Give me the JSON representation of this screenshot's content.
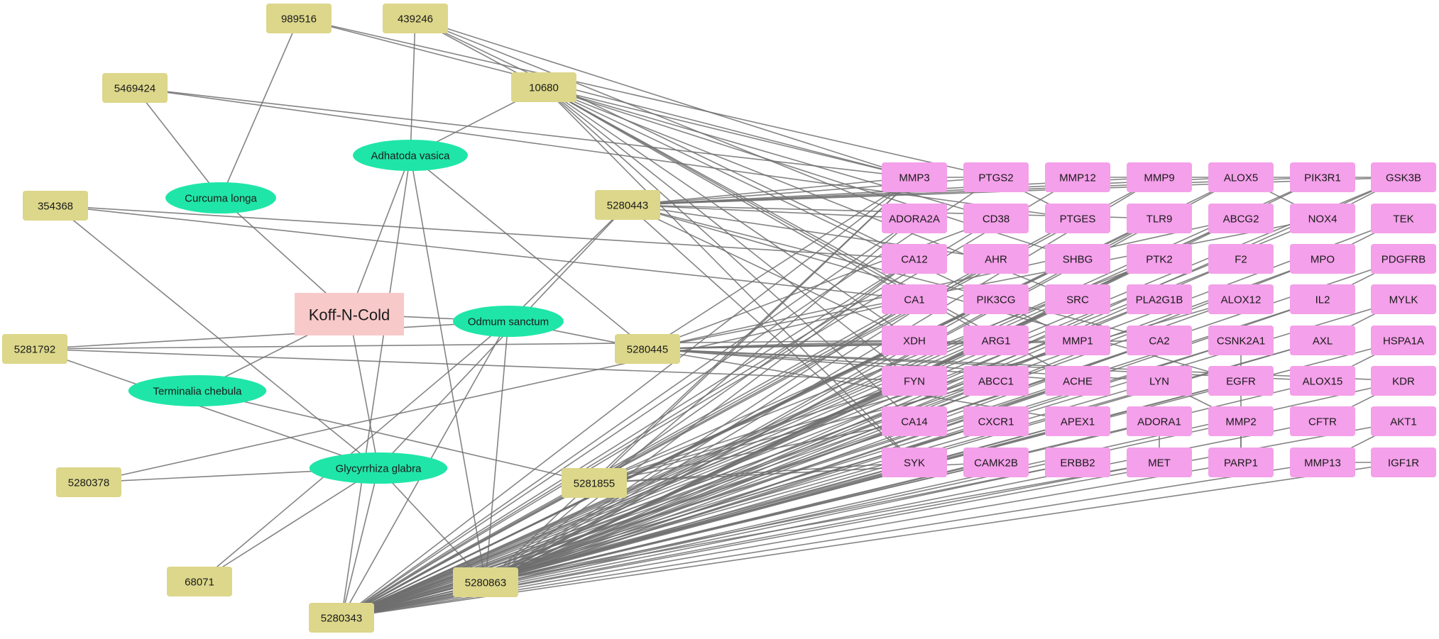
{
  "diagram": {
    "title": "",
    "colors": {
      "formulation": "#f8c9c9",
      "herb": "#1fe6a8",
      "compound": "#dcd78a",
      "target": "#f4a0ea",
      "edge": "#6e6e6e"
    },
    "formulation": {
      "id": "KNC",
      "label": "Koff-N-Cold"
    },
    "herbs": [
      {
        "id": "CL",
        "label": "Curcuma longa"
      },
      {
        "id": "AV",
        "label": "Adhatoda vasica"
      },
      {
        "id": "OS",
        "label": "Odmum sanctum"
      },
      {
        "id": "TC",
        "label": "Terminalia chebula"
      },
      {
        "id": "GG",
        "label": "Glycyrrhiza glabra"
      }
    ],
    "compounds": [
      {
        "id": "989516",
        "label": "989516"
      },
      {
        "id": "439246",
        "label": "439246"
      },
      {
        "id": "5469424",
        "label": "5469424"
      },
      {
        "id": "10680",
        "label": "10680"
      },
      {
        "id": "354368",
        "label": "354368"
      },
      {
        "id": "5280443",
        "label": "5280443"
      },
      {
        "id": "5281792",
        "label": "5281792"
      },
      {
        "id": "5280445",
        "label": "5280445"
      },
      {
        "id": "5280378",
        "label": "5280378"
      },
      {
        "id": "5281855",
        "label": "5281855"
      },
      {
        "id": "68071",
        "label": "68071"
      },
      {
        "id": "5280863",
        "label": "5280863"
      },
      {
        "id": "5280343",
        "label": "5280343"
      }
    ],
    "targets": [
      [
        "MMP3",
        "PTGS2",
        "MMP12",
        "MMP9",
        "ALOX5",
        "PIK3R1",
        "GSK3B"
      ],
      [
        "ADORA2A",
        "CD38",
        "PTGES",
        "TLR9",
        "ABCG2",
        "NOX4",
        "TEK"
      ],
      [
        "CA12",
        "AHR",
        "SHBG",
        "PTK2",
        "F2",
        "MPO",
        "PDGFRB"
      ],
      [
        "CA1",
        "PIK3CG",
        "SRC",
        "PLA2G1B",
        "ALOX12",
        "IL2",
        "MYLK"
      ],
      [
        "XDH",
        "ARG1",
        "MMP1",
        "CA2",
        "CSNK2A1",
        "AXL",
        "HSPA1A"
      ],
      [
        "FYN",
        "ABCC1",
        "ACHE",
        "LYN",
        "EGFR",
        "ALOX15",
        "KDR"
      ],
      [
        "CA14",
        "CXCR1",
        "APEX1",
        "ADORA1",
        "MMP2",
        "CFTR",
        "AKT1"
      ],
      [
        "SYK",
        "CAMK2B",
        "ERBB2",
        "MET",
        "PARP1",
        "MMP13",
        "IGF1R"
      ]
    ],
    "edges_herb": [
      [
        "KNC",
        "CL"
      ],
      [
        "KNC",
        "AV"
      ],
      [
        "KNC",
        "OS"
      ],
      [
        "KNC",
        "TC"
      ],
      [
        "KNC",
        "GG"
      ],
      [
        "CL",
        "989516"
      ],
      [
        "CL",
        "5469424"
      ],
      [
        "AV",
        "439246"
      ],
      [
        "AV",
        "10680"
      ],
      [
        "AV",
        "5280445"
      ],
      [
        "AV",
        "5280863"
      ],
      [
        "AV",
        "5280343"
      ],
      [
        "OS",
        "5280443"
      ],
      [
        "OS",
        "5280445"
      ],
      [
        "OS",
        "5281792"
      ],
      [
        "OS",
        "5280343"
      ],
      [
        "OS",
        "5280863"
      ],
      [
        "OS",
        "68071"
      ],
      [
        "TC",
        "5281855"
      ],
      [
        "GG",
        "354368"
      ],
      [
        "GG",
        "5280378"
      ],
      [
        "GG",
        "68071"
      ],
      [
        "GG",
        "5280343"
      ],
      [
        "GG",
        "5280863"
      ],
      [
        "GG",
        "5281792"
      ],
      [
        "GG",
        "5280443"
      ]
    ],
    "edges_target": [
      [
        "989516",
        "MMP3"
      ],
      [
        "989516",
        "PTGS2"
      ],
      [
        "439246",
        "10680"
      ],
      [
        "439246",
        "MMP3"
      ],
      [
        "439246",
        "ADORA2A"
      ],
      [
        "439246",
        "CA12"
      ],
      [
        "5469424",
        "MMP3"
      ],
      [
        "5469424",
        "PTGES"
      ],
      [
        "10680",
        "MMP3"
      ],
      [
        "10680",
        "CD38"
      ],
      [
        "10680",
        "CA1"
      ],
      [
        "10680",
        "XDH"
      ],
      [
        "10680",
        "ARG1"
      ],
      [
        "10680",
        "FYN"
      ],
      [
        "10680",
        "SRC"
      ],
      [
        "10680",
        "SHBG"
      ],
      [
        "10680",
        "MMP1"
      ],
      [
        "10680",
        "ACHE"
      ],
      [
        "10680",
        "CA14"
      ],
      [
        "10680",
        "SYK"
      ],
      [
        "354368",
        "CA12"
      ],
      [
        "354368",
        "CA1"
      ],
      [
        "5280443",
        "MMP3"
      ],
      [
        "5280443",
        "PTGS2"
      ],
      [
        "5280443",
        "MMP9"
      ],
      [
        "5280443",
        "ALOX5"
      ],
      [
        "5280443",
        "PIK3R1"
      ],
      [
        "5280443",
        "GSK3B"
      ],
      [
        "5280443",
        "TLR9"
      ],
      [
        "5280443",
        "ADORA2A"
      ],
      [
        "5280443",
        "AHR"
      ],
      [
        "5280443",
        "XDH"
      ],
      [
        "5280443",
        "CA2"
      ],
      [
        "5280443",
        "EGFR"
      ],
      [
        "5280443",
        "SYK"
      ],
      [
        "5281792",
        "XDH"
      ],
      [
        "5281792",
        "FYN"
      ],
      [
        "5280445",
        "MMP3"
      ],
      [
        "5280445",
        "CD38"
      ],
      [
        "5280445",
        "ABCG2"
      ],
      [
        "5280445",
        "NOX4"
      ],
      [
        "5280445",
        "XDH"
      ],
      [
        "5280445",
        "ARG1"
      ],
      [
        "5280445",
        "MMP1"
      ],
      [
        "5280445",
        "CA2"
      ],
      [
        "5280445",
        "ACHE"
      ],
      [
        "5280445",
        "LYN"
      ],
      [
        "5280445",
        "ALOX15"
      ],
      [
        "5280445",
        "KDR"
      ],
      [
        "5280445",
        "APEX1"
      ],
      [
        "5280378",
        "CA1"
      ],
      [
        "5281855",
        "SYK"
      ],
      [
        "5281855",
        "CAMK2B"
      ],
      [
        "5281855",
        "FYN"
      ],
      [
        "5281855",
        "CA14"
      ],
      [
        "5281855",
        "ABCC1"
      ],
      [
        "5281855",
        "XDH"
      ],
      [
        "5281855",
        "CA12"
      ],
      [
        "5281855",
        "MMP3"
      ],
      [
        "5281855",
        "ALOX12"
      ],
      [
        "5281855",
        "PTK2"
      ],
      [
        "5280863",
        "SYK"
      ],
      [
        "5280863",
        "CAMK2B"
      ],
      [
        "5280863",
        "ERBB2"
      ],
      [
        "5280863",
        "MET"
      ],
      [
        "5280863",
        "CA14"
      ],
      [
        "5280863",
        "CXCR1"
      ],
      [
        "5280863",
        "APEX1"
      ],
      [
        "5280863",
        "FYN"
      ],
      [
        "5280863",
        "ABCC1"
      ],
      [
        "5280863",
        "ACHE"
      ],
      [
        "5280863",
        "EGFR"
      ],
      [
        "5280863",
        "XDH"
      ],
      [
        "5280863",
        "ARG1"
      ],
      [
        "5280863",
        "MMP1"
      ],
      [
        "5280863",
        "CA2"
      ],
      [
        "5280863",
        "CSNK2A1"
      ],
      [
        "5280863",
        "CA1"
      ],
      [
        "5280863",
        "PIK3CG"
      ],
      [
        "5280863",
        "SRC"
      ],
      [
        "5280863",
        "PLA2G1B"
      ],
      [
        "5280863",
        "CA12"
      ],
      [
        "5280863",
        "AHR"
      ],
      [
        "5280863",
        "PTK2"
      ],
      [
        "5280863",
        "F2"
      ],
      [
        "5280863",
        "ADORA2A"
      ],
      [
        "5280863",
        "TLR9"
      ],
      [
        "5280863",
        "ABCG2"
      ],
      [
        "5280863",
        "MMP3"
      ],
      [
        "5280863",
        "MMP9"
      ],
      [
        "5280863",
        "ALOX5"
      ],
      [
        "5280863",
        "PIK3R1"
      ],
      [
        "5280863",
        "GSK3B"
      ],
      [
        "5280863",
        "MPO"
      ],
      [
        "5280863",
        "IL2"
      ],
      [
        "5280863",
        "AXL"
      ],
      [
        "5280343",
        "SYK"
      ],
      [
        "5280343",
        "CAMK2B"
      ],
      [
        "5280343",
        "ERBB2"
      ],
      [
        "5280343",
        "MET"
      ],
      [
        "5280343",
        "PARP1"
      ],
      [
        "5280343",
        "MMP13"
      ],
      [
        "5280343",
        "IGF1R"
      ],
      [
        "5280343",
        "CA14"
      ],
      [
        "5280343",
        "CXCR1"
      ],
      [
        "5280343",
        "APEX1"
      ],
      [
        "5280343",
        "ADORA1"
      ],
      [
        "5280343",
        "MMP2"
      ],
      [
        "5280343",
        "CFTR"
      ],
      [
        "5280343",
        "AKT1"
      ],
      [
        "5280343",
        "FYN"
      ],
      [
        "5280343",
        "ABCC1"
      ],
      [
        "5280343",
        "ACHE"
      ],
      [
        "5280343",
        "LYN"
      ],
      [
        "5280343",
        "EGFR"
      ],
      [
        "5280343",
        "ALOX15"
      ],
      [
        "5280343",
        "KDR"
      ],
      [
        "5280343",
        "XDH"
      ],
      [
        "5280343",
        "ARG1"
      ],
      [
        "5280343",
        "MMP1"
      ],
      [
        "5280343",
        "CA2"
      ],
      [
        "5280343",
        "CSNK2A1"
      ],
      [
        "5280343",
        "AXL"
      ],
      [
        "5280343",
        "HSPA1A"
      ],
      [
        "5280343",
        "CA1"
      ],
      [
        "5280343",
        "PIK3CG"
      ],
      [
        "5280343",
        "SRC"
      ],
      [
        "5280343",
        "PLA2G1B"
      ],
      [
        "5280343",
        "ALOX12"
      ],
      [
        "5280343",
        "IL2"
      ],
      [
        "5280343",
        "MYLK"
      ],
      [
        "5280343",
        "CA12"
      ],
      [
        "5280343",
        "AHR"
      ],
      [
        "5280343",
        "SHBG"
      ],
      [
        "5280343",
        "PTK2"
      ],
      [
        "5280343",
        "F2"
      ],
      [
        "5280343",
        "MPO"
      ],
      [
        "5280343",
        "PDGFRB"
      ],
      [
        "5280343",
        "TEK"
      ],
      [
        "5280343",
        "NOX4"
      ],
      [
        "5280343",
        "ABCG2"
      ],
      [
        "5280343",
        "TLR9"
      ],
      [
        "5280343",
        "PTGES"
      ],
      [
        "5280343",
        "CD38"
      ],
      [
        "5280343",
        "ADORA2A"
      ],
      [
        "5280343",
        "GSK3B"
      ],
      [
        "5280343",
        "PIK3R1"
      ],
      [
        "5280343",
        "ALOX5"
      ],
      [
        "5280343",
        "MMP9"
      ],
      [
        "5280343",
        "MMP12"
      ],
      [
        "5280343",
        "PTGS2"
      ],
      [
        "5280343",
        "MMP3"
      ],
      [
        "MMP3",
        "PTGS2"
      ],
      [
        "MMP12",
        "MMP9"
      ],
      [
        "MMP9",
        "ALOX5"
      ],
      [
        "ALOX5",
        "PIK3R1"
      ],
      [
        "PIK3R1",
        "GSK3B"
      ],
      [
        "ALOX5",
        "NOX4"
      ],
      [
        "GSK3B",
        "NOX4"
      ],
      [
        "PTGS2",
        "PTGES"
      ],
      [
        "TEK",
        "MPO"
      ],
      [
        "PDGFRB",
        "IL2"
      ],
      [
        "MYLK",
        "AXL"
      ],
      [
        "HSPA1A",
        "ALOX15"
      ],
      [
        "KDR",
        "CFTR"
      ],
      [
        "AKT1",
        "MMP13"
      ],
      [
        "IGF1R",
        "MMP13"
      ],
      [
        "EGFR",
        "PARP1"
      ],
      [
        "ADORA1",
        "MET"
      ],
      [
        "PARP1",
        "MMP2"
      ],
      [
        "LYN",
        "MMP2"
      ],
      [
        "CSNK2A1",
        "EGFR"
      ]
    ]
  }
}
